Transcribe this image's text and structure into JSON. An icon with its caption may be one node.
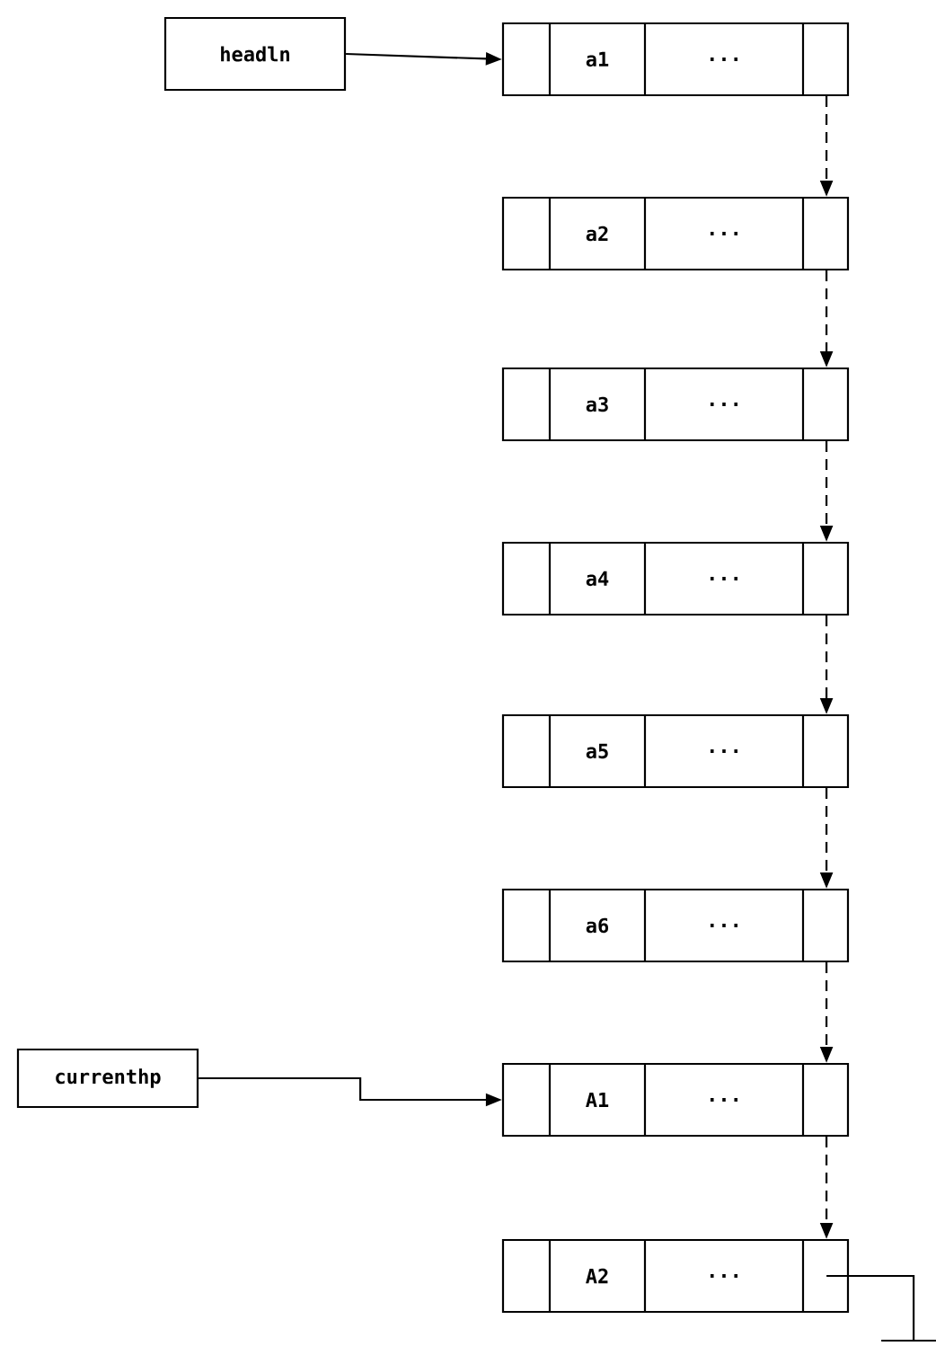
{
  "diagram": {
    "nodes": [
      {
        "text": [
          "headln"
        ]
      },
      {
        "text": [
          "currenthp"
        ]
      },
      {
        "text": [
          "a1",
          "..."
        ]
      },
      {
        "text": [
          "a2",
          "..."
        ]
      },
      {
        "text": [
          "a3",
          "..."
        ]
      },
      {
        "text": [
          "a4",
          "..."
        ]
      },
      {
        "text": [
          "a5",
          "..."
        ]
      },
      {
        "text": [
          "a6",
          "..."
        ]
      },
      {
        "text": [
          "A1",
          "..."
        ]
      },
      {
        "text": [
          "A2",
          "..."
        ]
      }
    ],
    "edges": [
      {
        "from": 0,
        "to": 2,
        "arrow": "to"
      },
      {
        "from": 1,
        "to": 8,
        "arrow": "to"
      },
      {
        "from": 2,
        "to": 3,
        "arrow": "to",
        "style": "dashed"
      },
      {
        "from": 3,
        "to": 4,
        "arrow": "to",
        "style": "dashed"
      },
      {
        "from": 4,
        "to": 5,
        "arrow": "to",
        "style": "dashed"
      },
      {
        "from": 5,
        "to": 6,
        "arrow": "to",
        "style": "dashed"
      },
      {
        "from": 6,
        "to": 7,
        "arrow": "to",
        "style": "dashed"
      },
      {
        "from": 7,
        "to": 8,
        "arrow": "to",
        "style": "dashed"
      },
      {
        "from": 8,
        "to": 9,
        "arrow": "to",
        "style": "dashed"
      }
    ]
  }
}
